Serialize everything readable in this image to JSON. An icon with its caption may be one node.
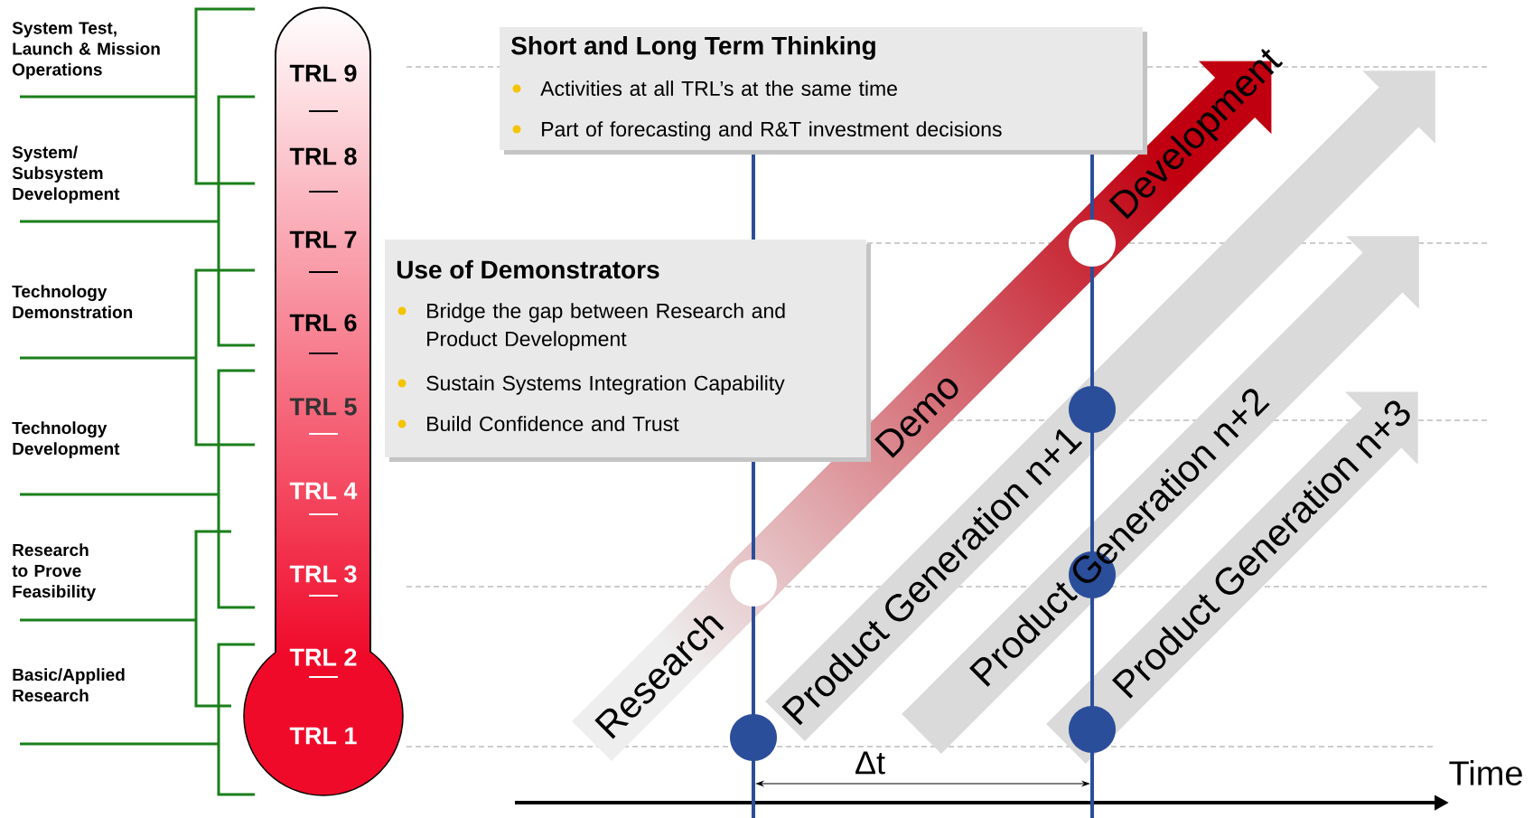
{
  "diagram": {
    "nodes": [
      {
        "text": [
          "TRL 9",
          "TRL 8",
          "TRL 7",
          "TRL 6",
          "TRL 5",
          "TRL 4",
          "TRL 3",
          "TRL 2",
          "TRL 1"
        ]
      },
      {
        "text": [
          "Short and Long Term Thinking",
          "Activities at all TRL’s at the same time",
          "Part of forecasting and R&T investment decisions"
        ]
      },
      {
        "text": [
          "Use of Demonstrators",
          "Bridge the gap between Research and Product Development",
          "Sustain Systems Integration Capability",
          "Build Confidence and Trust"
        ]
      },
      {
        "text": [
          "Research",
          "Demo",
          "Development"
        ]
      },
      {
        "text": [
          "Product Generation n+1"
        ]
      },
      {
        "text": [
          "Product Generation n+2"
        ]
      },
      {
        "text": [
          "Product Generation n+3"
        ]
      }
    ],
    "labels": [
      "System Test, Launch & Mission Operations",
      "System/ Subsystem Development",
      "Technology Demonstration",
      "Technology Development",
      "Research to Prove Feasibility",
      "Basic/Applied Research",
      "Δt",
      "Time"
    ]
  }
}
